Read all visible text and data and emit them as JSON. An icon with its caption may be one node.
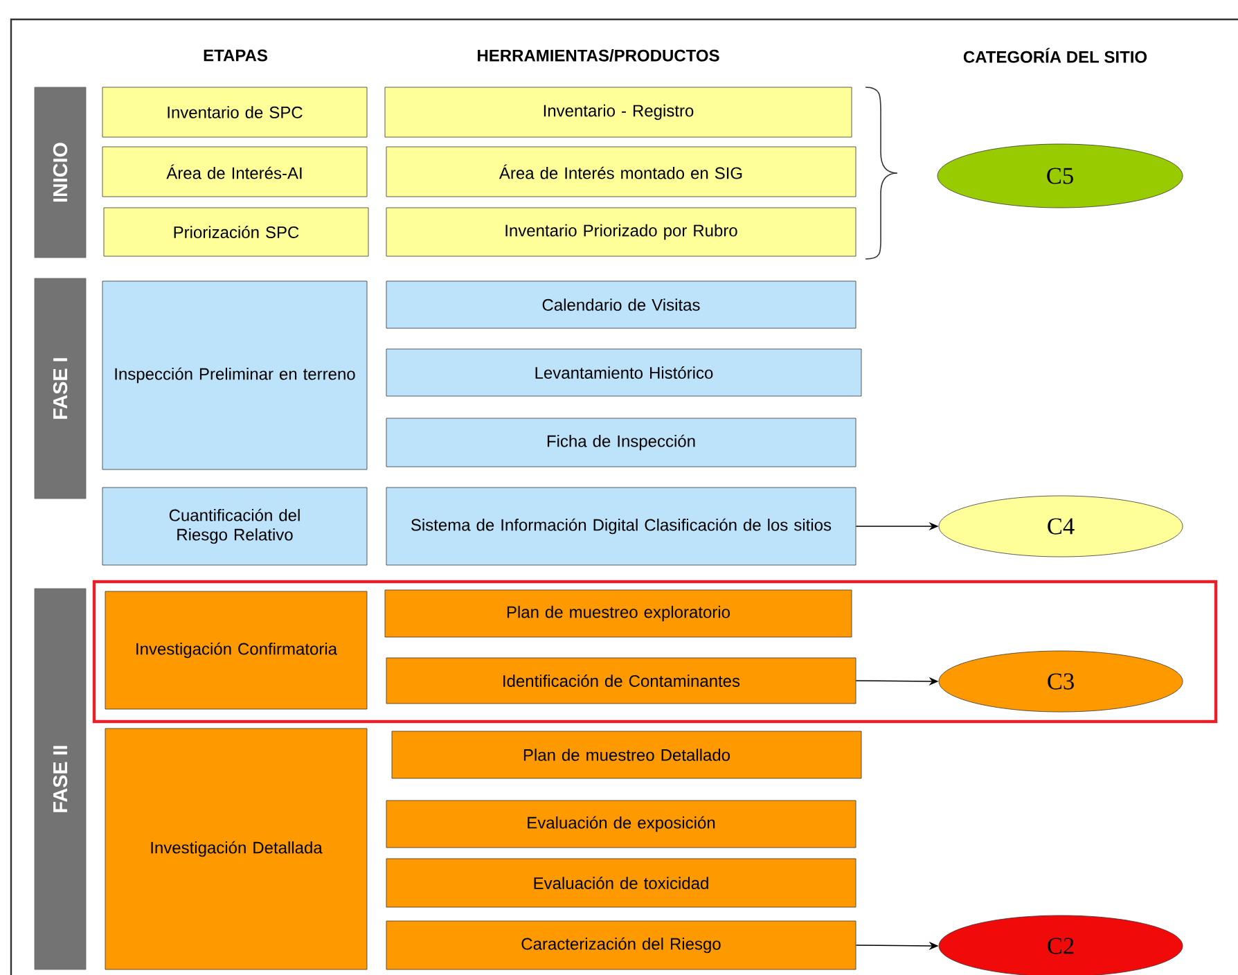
{
  "diagram": {
    "nodes": [
      {
        "text": [
          "INICIO"
        ]
      },
      {
        "text": [
          "Inventario de SPC"
        ]
      },
      {
        "text": [
          "Inventario - Registro"
        ]
      },
      {
        "text": [
          "Área de Interés-AI"
        ]
      },
      {
        "text": [
          "Área de Interés montado en SIG"
        ]
      },
      {
        "text": [
          "Priorización SPC"
        ]
      },
      {
        "text": [
          "Inventario Priorizado por Rubro"
        ]
      },
      {
        "text": [
          "C5"
        ]
      },
      {
        "text": [
          "FASE I"
        ]
      },
      {
        "text": [
          "Inspección Preliminar en terreno"
        ]
      },
      {
        "text": [
          "Calendario de Visitas"
        ]
      },
      {
        "text": [
          "Levantamiento Histórico"
        ]
      },
      {
        "text": [
          "Ficha de Inspección"
        ]
      },
      {
        "text": [
          "Cuantificación del Riesgo Relativo"
        ]
      },
      {
        "text": [
          "Sistema de Información Digital Clasificación de los sitios"
        ]
      },
      {
        "text": [
          "C4"
        ]
      },
      {
        "text": [
          "FASE II"
        ]
      },
      {
        "text": [],
        "shape": "box"
      },
      {
        "text": [
          "Investigación Confirmatoria"
        ],
        "in": 17
      },
      {
        "text": [
          "Plan de muestreo exploratorio"
        ],
        "in": 17
      },
      {
        "text": [
          "Identificación de Contaminantes"
        ],
        "in": 17
      },
      {
        "text": [
          "C3"
        ],
        "in": 17
      },
      {
        "text": [
          "Investigación Detallada"
        ]
      },
      {
        "text": [
          "Plan de muestreo Detallado"
        ]
      },
      {
        "text": [
          "Evaluación de exposición"
        ]
      },
      {
        "text": [
          "Evaluación de toxicidad"
        ]
      },
      {
        "text": [
          "Caracterización del Riesgo"
        ]
      },
      {
        "text": [
          "C2"
        ]
      }
    ],
    "edges": [
      {
        "from": 14,
        "to": 15,
        "arrow": "to"
      },
      {
        "from": 20,
        "to": 21,
        "arrow": "to"
      },
      {
        "from": 26,
        "to": 27,
        "arrow": "to"
      }
    ],
    "labels": [
      "ETAPAS",
      "HERRAMIENTAS/PRODUCTOS",
      "CATEGORÍA DEL SITIO"
    ]
  }
}
